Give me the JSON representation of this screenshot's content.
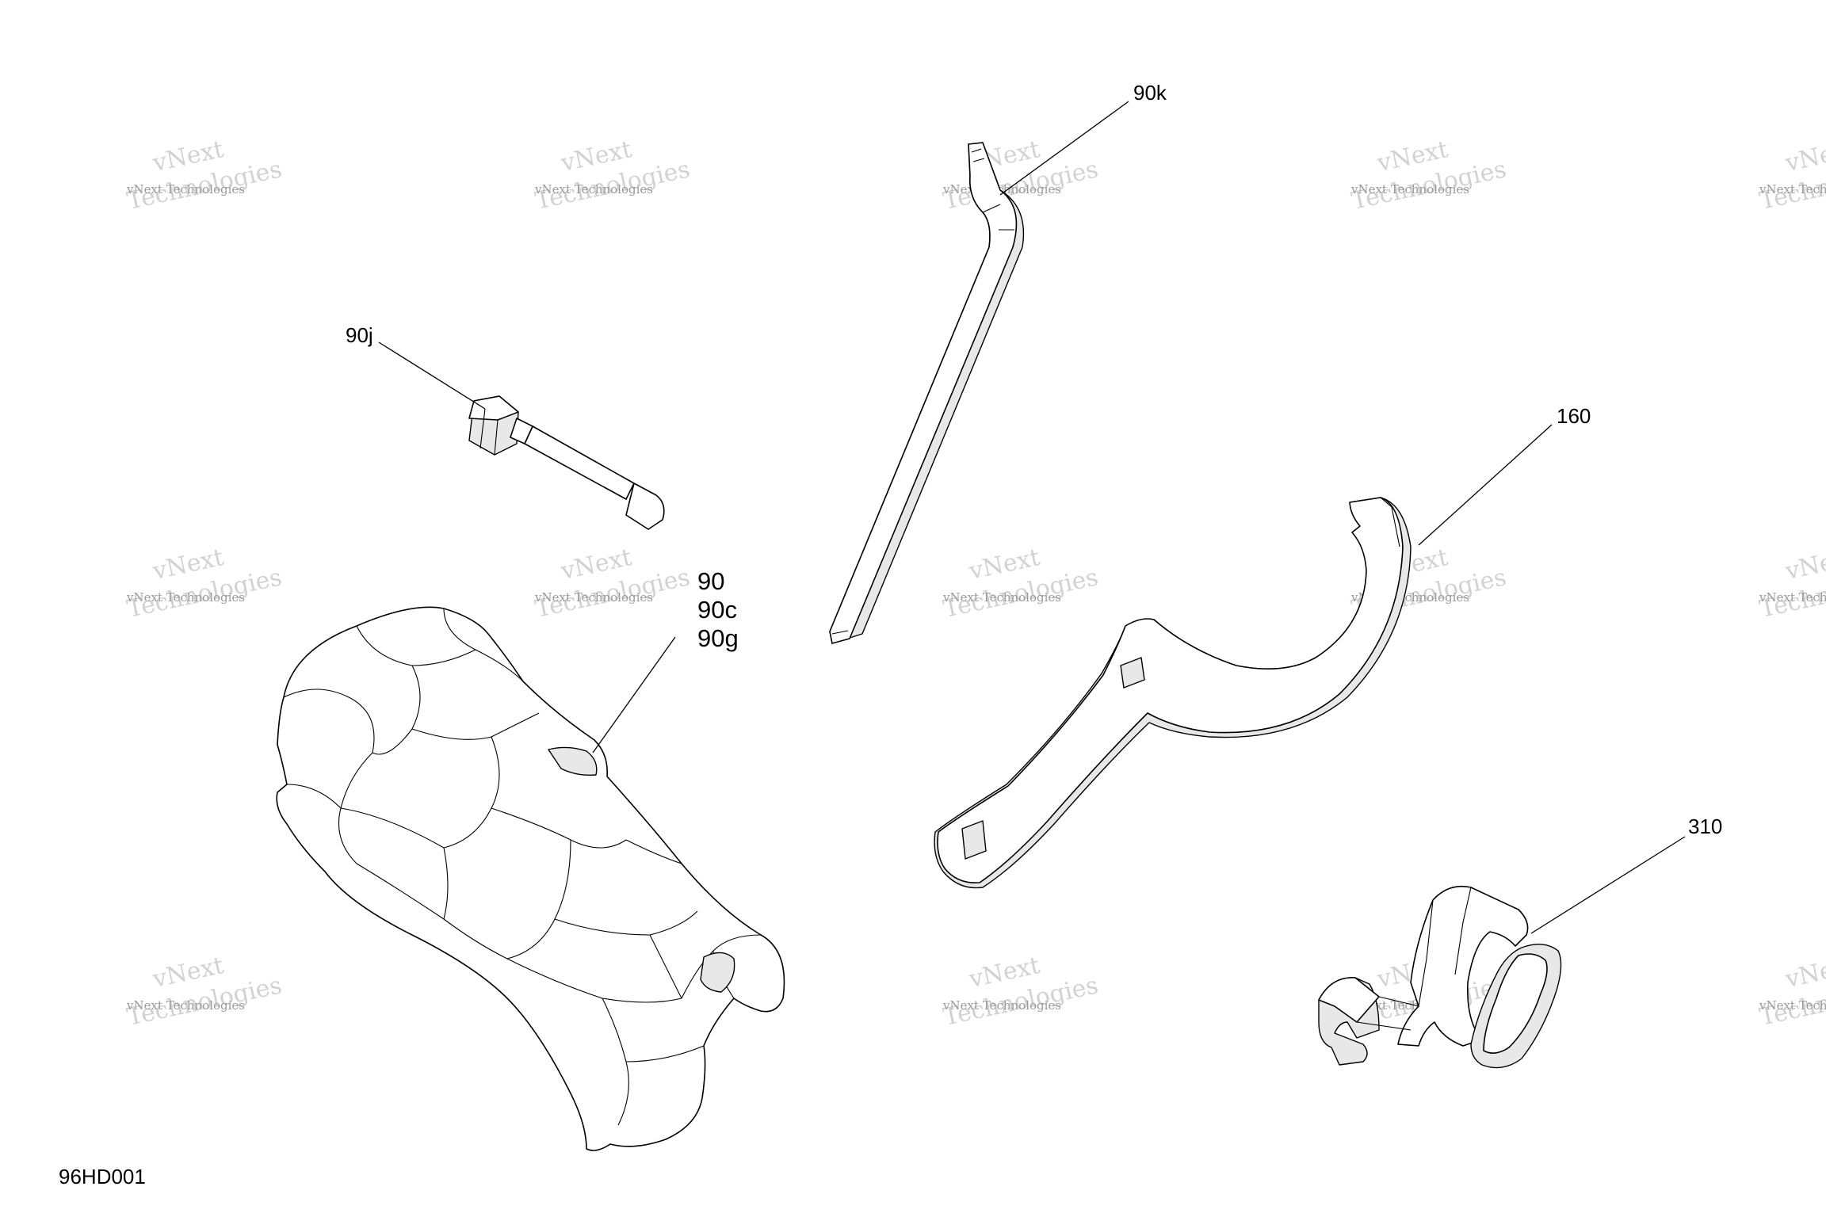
{
  "callouts": {
    "p90k": "90k",
    "p90j": "90j",
    "p160": "160",
    "p90": "90",
    "p90c": "90c",
    "p90g": "90g",
    "p310": "310"
  },
  "figure_code": "96HD001",
  "watermark": {
    "line_small": "vNext Technologies",
    "line_big_1": "vNext",
    "line_big_2": "Technologies"
  }
}
